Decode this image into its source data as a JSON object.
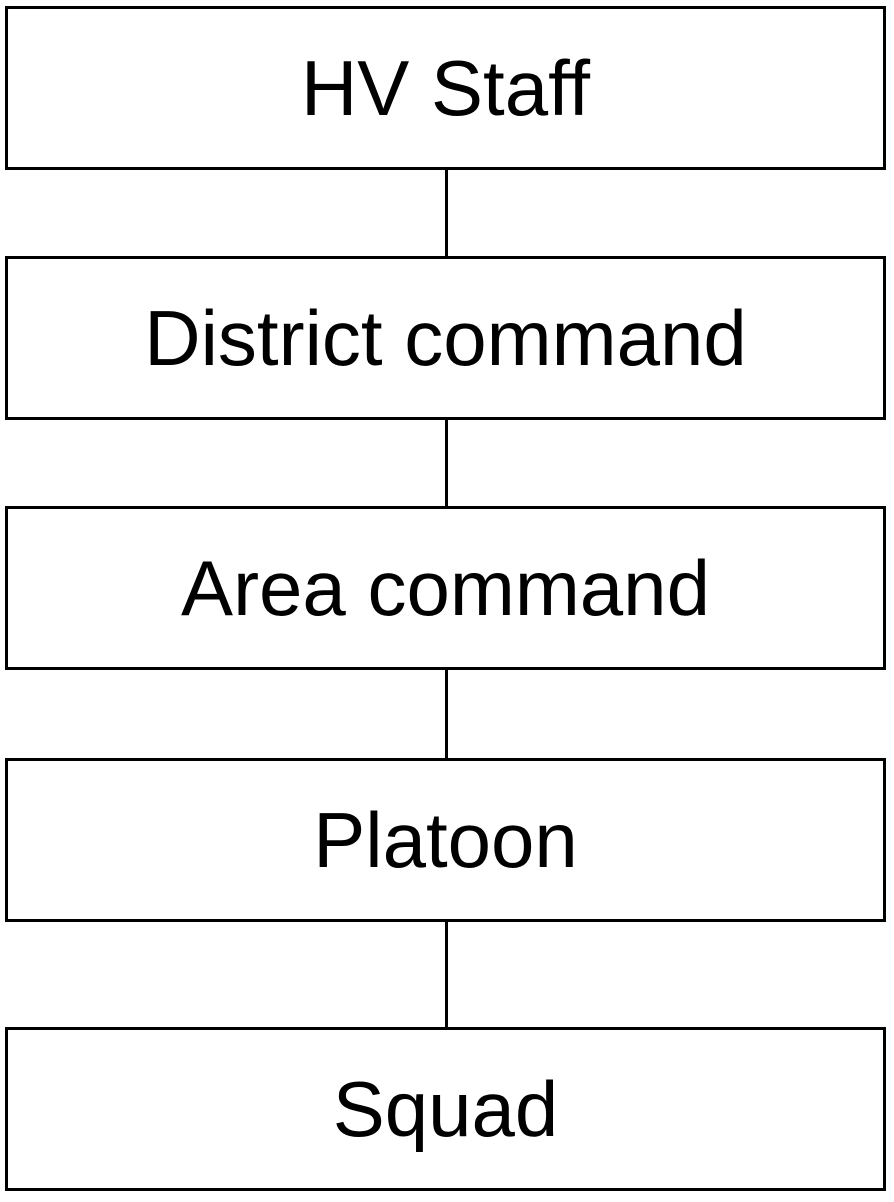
{
  "diagram": {
    "levels": [
      {
        "label": "HV Staff"
      },
      {
        "label": "District command"
      },
      {
        "label": "Area command"
      },
      {
        "label": "Platoon"
      },
      {
        "label": "Squad"
      }
    ],
    "colors": {
      "border": "#000000",
      "box_fill": "#ffffff",
      "text": "#000000",
      "connector": "#000000"
    }
  }
}
